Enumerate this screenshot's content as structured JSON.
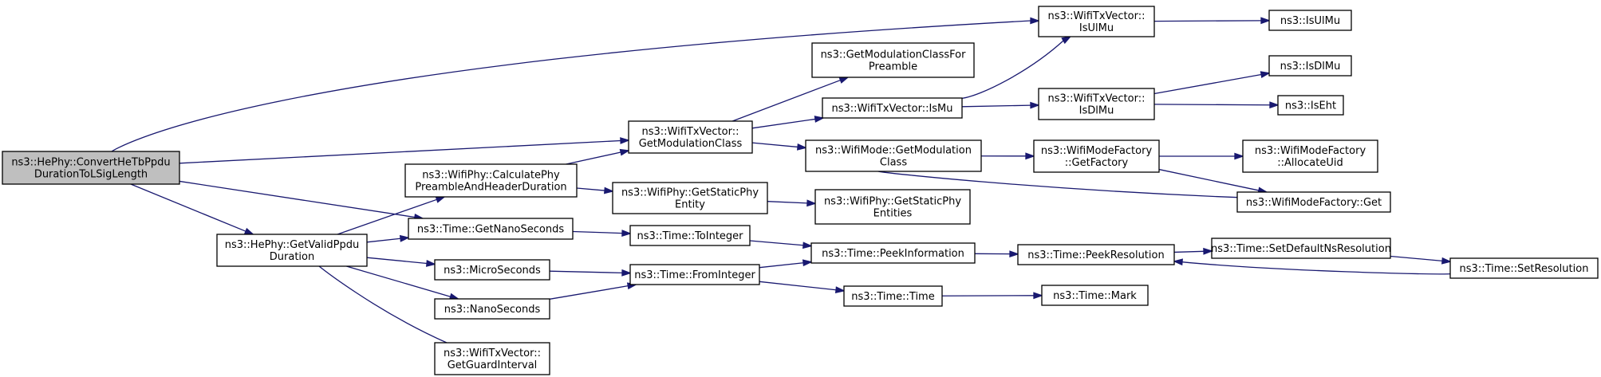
{
  "colors": {
    "edge": "#191970",
    "node_fill": "#ffffff",
    "root_fill": "#bfbfbf",
    "node_stroke": "#000000"
  },
  "nodes": {
    "n0": {
      "lines": [
        "ns3::HePhy::ConvertHeTbPpdu",
        "DurationToLSigLength"
      ]
    },
    "n1": {
      "lines": [
        "ns3::WifiTxVector::",
        "IsUlMu"
      ]
    },
    "n2": {
      "lines": [
        "ns3::WifiTxVector::",
        "GetModulationClass"
      ]
    },
    "n3": {
      "lines": [
        "ns3::Time::GetNanoSeconds"
      ]
    },
    "n4": {
      "lines": [
        "ns3::HePhy::GetValidPpdu",
        "Duration"
      ]
    },
    "n5": {
      "lines": [
        "ns3::IsUlMu"
      ]
    },
    "n6": {
      "lines": [
        "ns3::GetModulationClassFor",
        "Preamble"
      ]
    },
    "n7": {
      "lines": [
        "ns3::WifiTxVector::IsMu"
      ]
    },
    "n8": {
      "lines": [
        "ns3::WifiMode::GetModulation",
        "Class"
      ]
    },
    "n9": {
      "lines": [
        "ns3::WifiTxVector::",
        "IsDlMu"
      ]
    },
    "n10": {
      "lines": [
        "ns3::IsDlMu"
      ]
    },
    "n11": {
      "lines": [
        "ns3::IsEht"
      ]
    },
    "n12": {
      "lines": [
        "ns3::WifiModeFactory",
        "::GetFactory"
      ]
    },
    "n13": {
      "lines": [
        "ns3::WifiModeFactory",
        "::AllocateUid"
      ]
    },
    "n14": {
      "lines": [
        "ns3::WifiModeFactory::Get"
      ]
    },
    "n15": {
      "lines": [
        "ns3::WifiPhy::CalculatePhy",
        "PreambleAndHeaderDuration"
      ]
    },
    "n16": {
      "lines": [
        "ns3::WifiPhy::GetStaticPhy",
        "Entity"
      ]
    },
    "n17": {
      "lines": [
        "ns3::WifiPhy::GetStaticPhy",
        "Entities"
      ]
    },
    "n18": {
      "lines": [
        "ns3::Time::ToInteger"
      ]
    },
    "n19": {
      "lines": [
        "ns3::Time::PeekInformation"
      ]
    },
    "n20": {
      "lines": [
        "ns3::Time::PeekResolution"
      ]
    },
    "n21": {
      "lines": [
        "ns3::Time::SetDefaultNsResolution"
      ]
    },
    "n22": {
      "lines": [
        "ns3::Time::SetResolution"
      ]
    },
    "n23": {
      "lines": [
        "ns3::MicroSeconds"
      ]
    },
    "n24": {
      "lines": [
        "ns3::Time::FromInteger"
      ]
    },
    "n25": {
      "lines": [
        "ns3::NanoSeconds"
      ]
    },
    "n26": {
      "lines": [
        "ns3::Time::Time"
      ]
    },
    "n27": {
      "lines": [
        "ns3::Time::Mark"
      ]
    },
    "n28": {
      "lines": [
        "ns3::WifiTxVector::",
        "GetGuardInterval"
      ]
    }
  },
  "edges": [
    [
      "n0",
      "n1"
    ],
    [
      "n0",
      "n2"
    ],
    [
      "n0",
      "n3"
    ],
    [
      "n0",
      "n4"
    ],
    [
      "n1",
      "n5"
    ],
    [
      "n2",
      "n6"
    ],
    [
      "n2",
      "n7"
    ],
    [
      "n2",
      "n8"
    ],
    [
      "n7",
      "n1"
    ],
    [
      "n7",
      "n9"
    ],
    [
      "n9",
      "n10"
    ],
    [
      "n9",
      "n11"
    ],
    [
      "n8",
      "n12"
    ],
    [
      "n8",
      "n14"
    ],
    [
      "n12",
      "n13"
    ],
    [
      "n12",
      "n14"
    ],
    [
      "n4",
      "n15"
    ],
    [
      "n4",
      "n3"
    ],
    [
      "n4",
      "n23"
    ],
    [
      "n4",
      "n25"
    ],
    [
      "n4",
      "n28"
    ],
    [
      "n15",
      "n2"
    ],
    [
      "n15",
      "n16"
    ],
    [
      "n16",
      "n17"
    ],
    [
      "n3",
      "n18"
    ],
    [
      "n18",
      "n19"
    ],
    [
      "n19",
      "n20"
    ],
    [
      "n20",
      "n21"
    ],
    [
      "n21",
      "n22"
    ],
    [
      "n22",
      "n20"
    ],
    [
      "n23",
      "n24"
    ],
    [
      "n25",
      "n24"
    ],
    [
      "n24",
      "n19"
    ],
    [
      "n24",
      "n26"
    ],
    [
      "n26",
      "n27"
    ]
  ]
}
